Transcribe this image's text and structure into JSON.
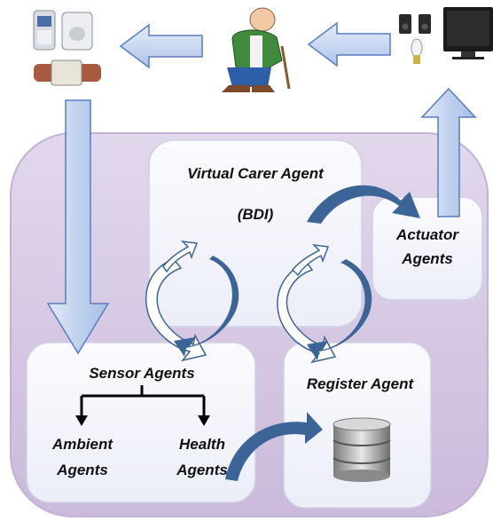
{
  "labels": {
    "virtual_carer": "Virtual Carer Agent",
    "bdi": "(BDI)",
    "actuator_line1": "Actuator",
    "actuator_line2": "Agents",
    "sensor": "Sensor Agents",
    "ambient_line1": "Ambient",
    "ambient_line2": "Agents",
    "health_line1": "Health",
    "health_line2": "Agents",
    "register": "Register Agent"
  },
  "icons": [
    "sensor-devices-icon",
    "elderly-person-icon",
    "speakers-icon",
    "tv-icon",
    "light-bulb-icon",
    "database-icon"
  ],
  "colors": {
    "platform_fill": "#d6c8e2",
    "platform_stroke": "#c2b2d4",
    "box_fill": "#f4f5fb",
    "arrow_fill": "#c2d2ee",
    "arrow_stroke": "#5a7cc0",
    "curved_arrow": "#3c6496"
  }
}
